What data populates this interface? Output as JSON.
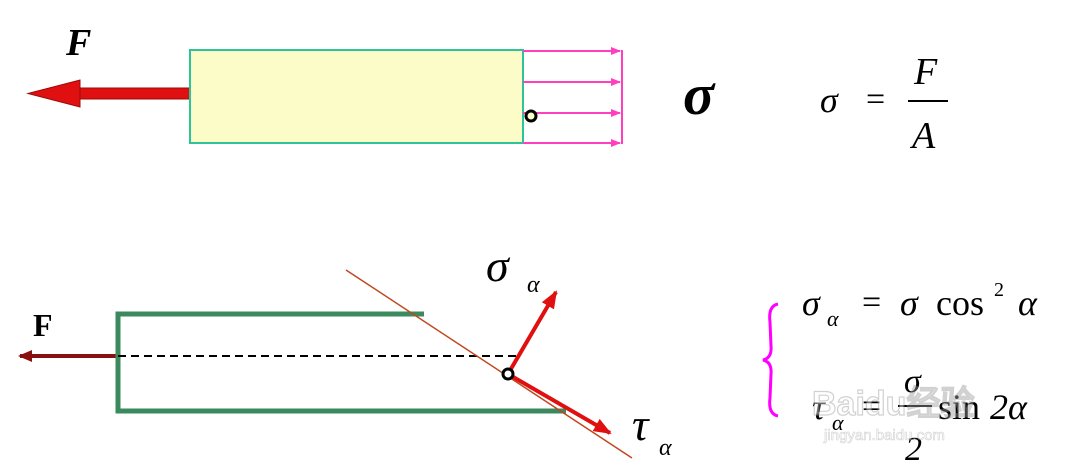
{
  "top": {
    "force_label": "F",
    "stress_symbol": "σ",
    "formula": {
      "lhs": "σ",
      "eq": "=",
      "numerator": "F",
      "denominator": "A"
    }
  },
  "bottom": {
    "force_label": "F",
    "normal_stress": {
      "base": "σ",
      "sub": "α"
    },
    "shear_stress": {
      "base": "τ",
      "sub": "α"
    },
    "formula1": {
      "lhs": "σ",
      "lhs_sub": "α",
      "eq": "=",
      "rhs_sigma": "σ",
      "cos": "cos",
      "exp": "2",
      "alpha": "α"
    },
    "formula2": {
      "lhs": "τ",
      "lhs_sub": "α",
      "eq": "=",
      "numerator": "σ",
      "denominator": "2",
      "sin": "sin",
      "rhs": "2α"
    }
  },
  "watermark": {
    "logo": "Baidu经验",
    "url": "jingyan.baidu.com"
  },
  "colors": {
    "bar_fill": "#fcfcc8",
    "bar_stroke": "#2ec49a",
    "pink": "#ff3fbf",
    "red": "#e01010",
    "dark_red": "#8a1010",
    "green_bar": "#3a8a5e",
    "cut_line": "#c04820",
    "brace": "#ff00ff"
  }
}
